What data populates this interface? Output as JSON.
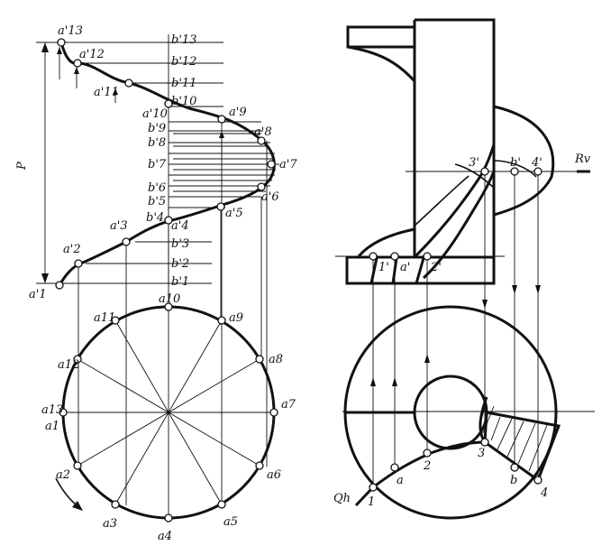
{
  "left_view": {
    "pitch_label": "P",
    "front_points": [
      "a'13",
      "a'12",
      "a'11",
      "b'10",
      "a'10",
      "a'9",
      "b'9",
      "b'8",
      "a'8",
      "b'7",
      "a'7",
      "b'6",
      "a'6",
      "b'5",
      "a'5",
      "b'4",
      "a'4",
      "a'3",
      "b'3",
      "a'2",
      "b'2",
      "b'1",
      "a'1"
    ],
    "axis_labels": [
      "b'13",
      "b'12",
      "b'11"
    ],
    "plan_points": [
      "a10",
      "a9",
      "a8",
      "a7",
      "a6",
      "a5",
      "a4",
      "a3",
      "a2",
      "a1",
      "a13",
      "a12",
      "a11"
    ]
  },
  "right_view": {
    "plane_label_top": "Rv",
    "plane_label_bottom": "Qh",
    "front_points": [
      "3'",
      "b'",
      "4'",
      "1'",
      "a'",
      "2'"
    ],
    "plan_points": [
      "1",
      "a",
      "2",
      "3",
      "b",
      "4"
    ]
  }
}
